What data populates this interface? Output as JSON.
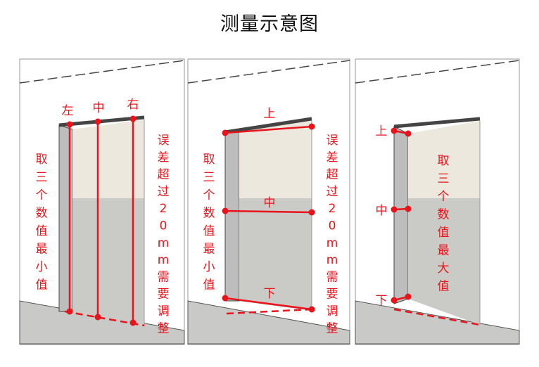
{
  "title": "测量示意图",
  "colors": {
    "accent": "#e8141c",
    "wall_floor": "#c9c9c7",
    "jamb": "#bdbdbd",
    "window_upper": "#ece8de",
    "window_lower": "#cacac6"
  },
  "panels": [
    {
      "name": "height-measurement",
      "point_labels": [
        "左",
        "中",
        "右"
      ],
      "left_note": "取三个数值最小值",
      "right_note": "误差超过20mm需要调整"
    },
    {
      "name": "width-measurement",
      "point_labels": [
        "上",
        "中",
        "下"
      ],
      "left_note": "取三个数值最小值",
      "right_note": "误差超过20mm需要调整"
    },
    {
      "name": "depth-measurement",
      "point_labels": [
        "上",
        "中",
        "下"
      ],
      "right_note": "取三个数值最大值"
    }
  ]
}
